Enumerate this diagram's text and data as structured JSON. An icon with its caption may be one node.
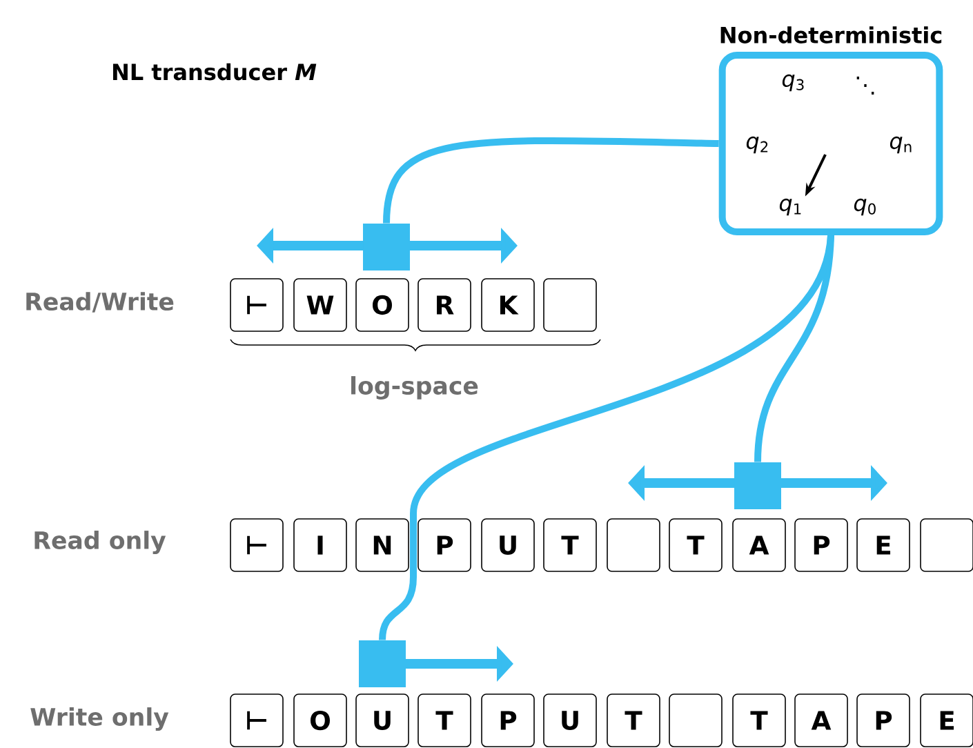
{
  "diagram": {
    "title": "NL transducer *M*",
    "nodes": [
      {
        "text": [
          "Non-deterministic"
        ]
      },
      {
        "text": [
          "*q*$_{3}$"
        ],
        "in": 0
      },
      {
        "text": [
          "⋱"
        ],
        "in": 0
      },
      {
        "text": [
          "*q*$_{2}$"
        ],
        "in": 0
      },
      {
        "text": [
          "*q*$_{n}$"
        ],
        "in": 0
      },
      {
        "text": [
          "*q*$_{1}$"
        ],
        "in": 0
      },
      {
        "text": [
          "*q*$_{0}$"
        ],
        "in": 0
      },
      {
        "text": [],
        "shape": "box"
      },
      {
        "text": [],
        "shape": "box"
      },
      {
        "text": [],
        "shape": "box"
      },
      {
        "text": [
          "⊢"
        ]
      },
      {
        "text": [
          "W"
        ]
      },
      {
        "text": [
          "O"
        ]
      },
      {
        "text": [
          "R"
        ]
      },
      {
        "text": [
          "K"
        ]
      },
      {
        "text": [],
        "shape": "box"
      },
      {
        "text": [
          "⊢"
        ]
      },
      {
        "text": [
          "I"
        ]
      },
      {
        "text": [
          "N"
        ]
      },
      {
        "text": [
          "P"
        ]
      },
      {
        "text": [
          "U"
        ]
      },
      {
        "text": [
          "T"
        ]
      },
      {
        "text": [],
        "shape": "box"
      },
      {
        "text": [
          "T"
        ]
      },
      {
        "text": [
          "A"
        ]
      },
      {
        "text": [
          "P"
        ]
      },
      {
        "text": [
          "E"
        ]
      },
      {
        "text": [],
        "shape": "box"
      },
      {
        "text": [
          "⊢"
        ]
      },
      {
        "text": [
          "O"
        ]
      },
      {
        "text": [
          "U"
        ]
      },
      {
        "text": [
          "T"
        ]
      },
      {
        "text": [
          "P"
        ]
      },
      {
        "text": [
          "U"
        ]
      },
      {
        "text": [
          "T"
        ]
      },
      {
        "text": [],
        "shape": "box"
      },
      {
        "text": [
          "T"
        ]
      },
      {
        "text": [
          "A"
        ]
      },
      {
        "text": [
          "P"
        ]
      },
      {
        "text": [
          "E"
        ]
      }
    ],
    "edges": [
      {
        "from": 0,
        "to": 7,
        "arrow": "none"
      },
      {
        "from": 0,
        "to": 8,
        "arrow": "none"
      },
      {
        "from": 0,
        "to": 9,
        "arrow": "none"
      },
      {
        "from": null,
        "to": 5,
        "arrow": "to",
        "color": "#000000"
      }
    ],
    "labels": [
      "Read/Write",
      "log-space",
      "Read only",
      "Write only"
    ]
  }
}
